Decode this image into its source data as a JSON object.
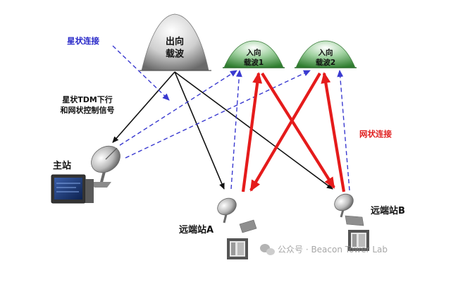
{
  "carriers": {
    "outbound": "出向\n载波",
    "inbound1": "入向\n载波1",
    "inbound2": "入向\n载波2"
  },
  "labels": {
    "star_link": "星状连接",
    "star_tdm": "星状TDM下行\n和网状控制信号",
    "mesh_link": "网状连接",
    "hub": "主站",
    "remote_a": "远端站A",
    "remote_b": "远端站B"
  },
  "watermark": "公众号 · Beacon Tower Lab",
  "colors": {
    "star_label": "#2727c8",
    "mesh_label": "#e02020",
    "mesh_arrow": "#e51b1b",
    "dashed_arrow": "#3a3ad0",
    "black_arrow": "#111111",
    "outbound_fill": "#c9c9c9",
    "inbound_fill": "#3f8f3f"
  },
  "icons": {
    "hub": "satellite-dish-with-monitor-icon",
    "remote": "satellite-dish-terminal-icon",
    "watermark": "wechat-icon"
  }
}
